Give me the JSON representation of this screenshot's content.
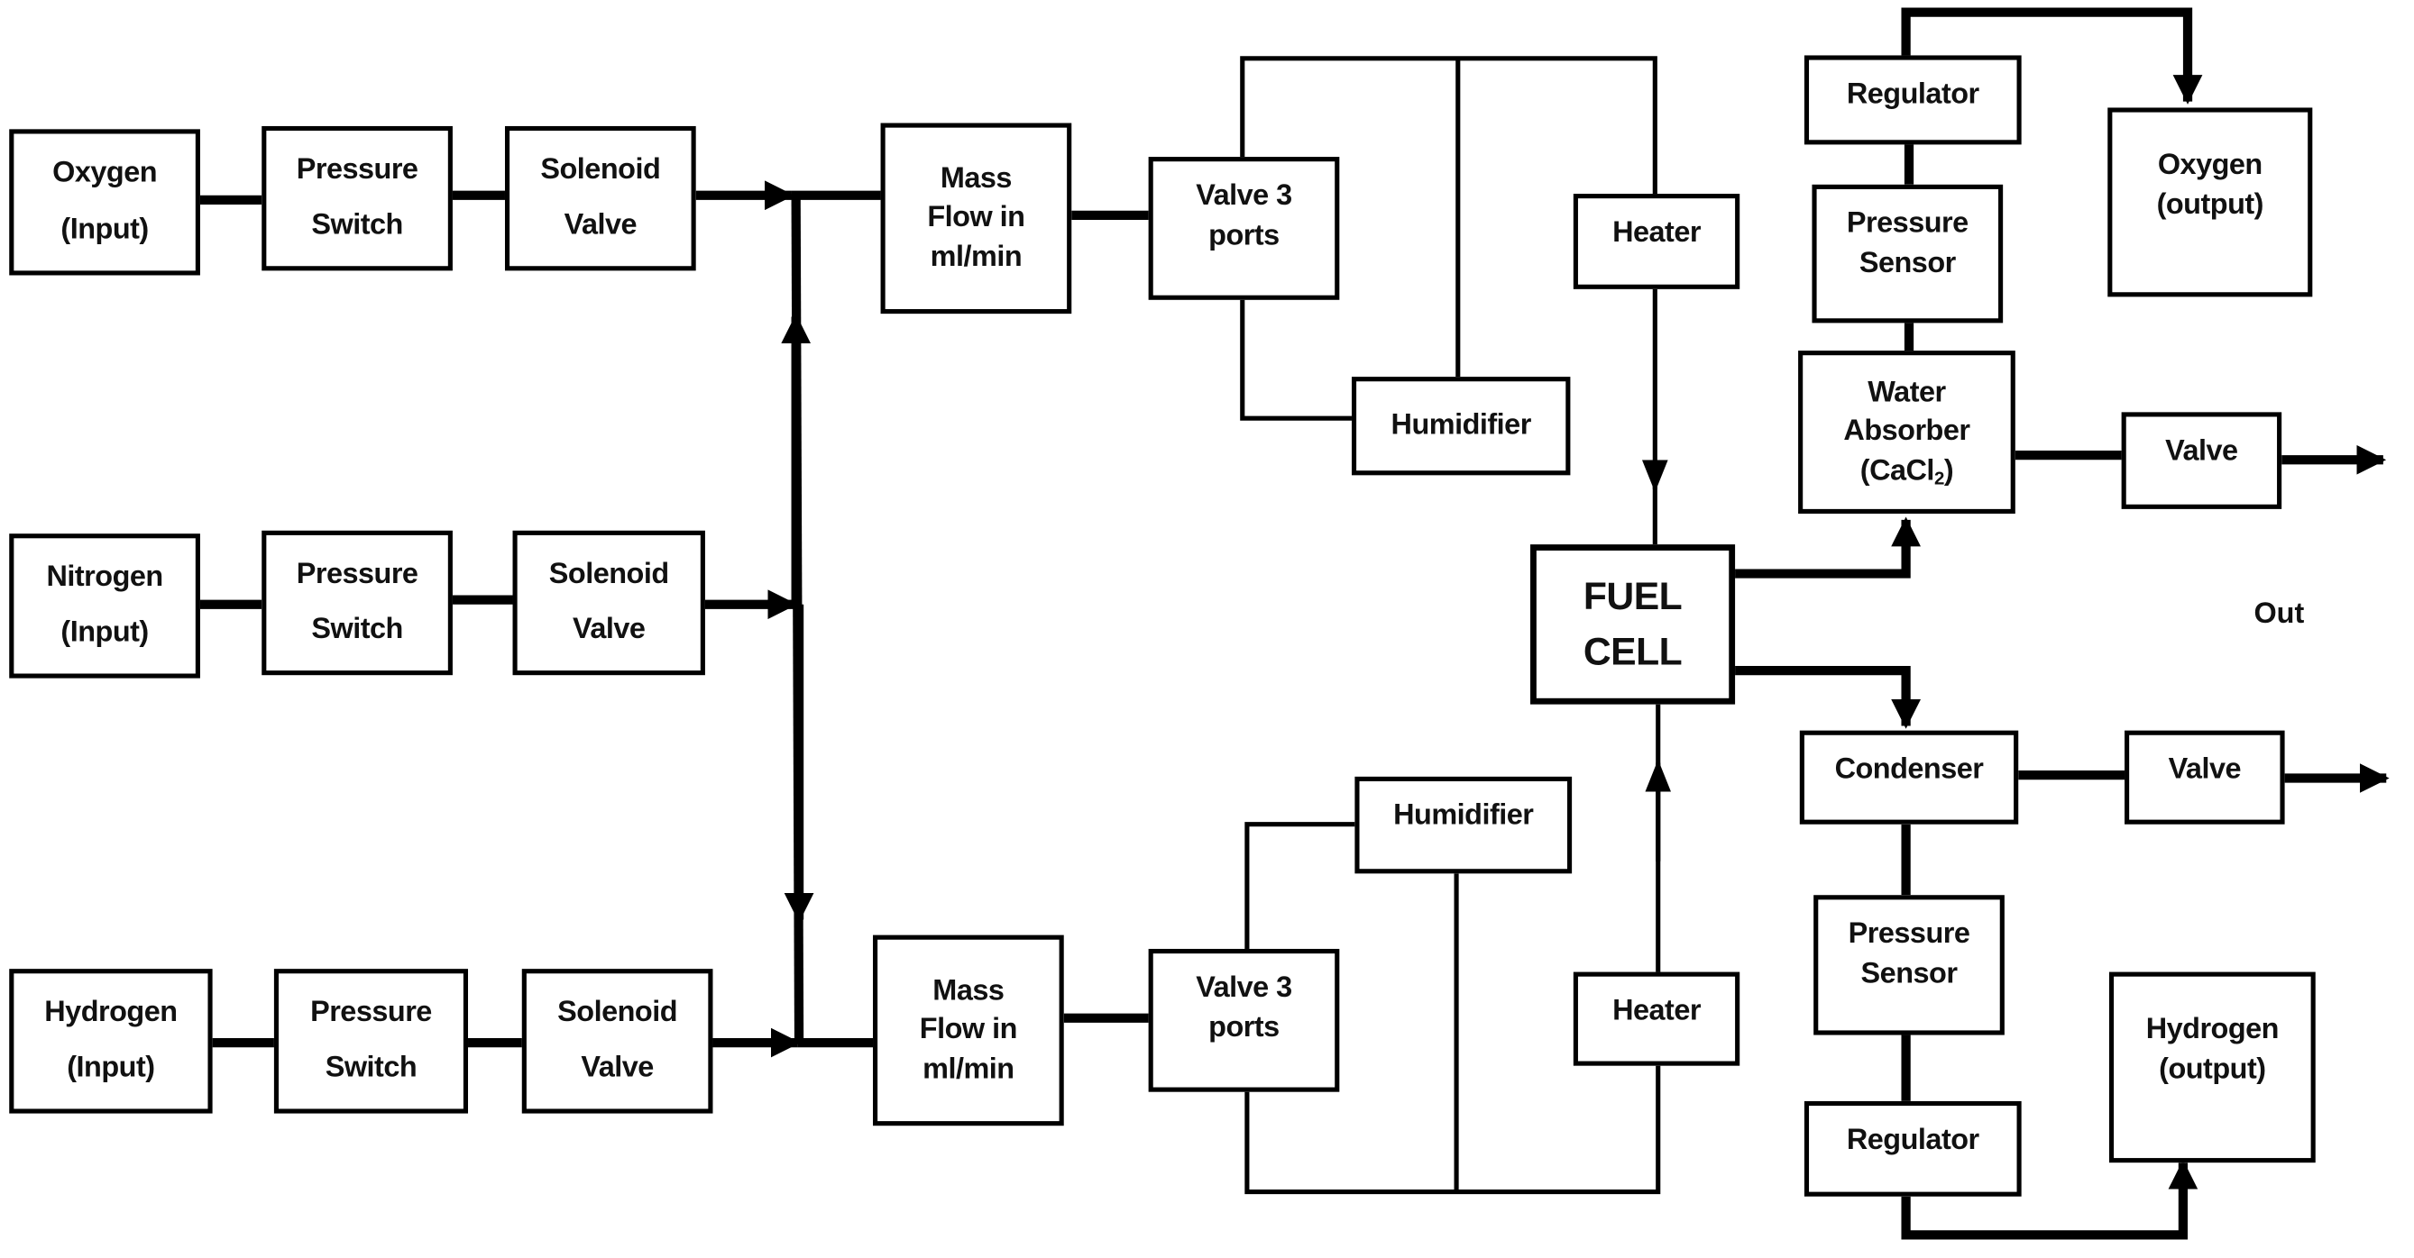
{
  "diagram": {
    "type": "flow-block-diagram",
    "subject": "Fuel cell gas supply and exhaust test station",
    "inputs": {
      "oxygen": {
        "source": [
          "Oxygen",
          "(Input)"
        ],
        "switch": [
          "Pressure",
          "Switch"
        ],
        "valve": [
          "Solenoid",
          "Valve"
        ]
      },
      "nitrogen": {
        "source": [
          "Nitrogen",
          "(Input)"
        ],
        "switch": [
          "Pressure",
          "Switch"
        ],
        "valve": [
          "Solenoid",
          "Valve"
        ]
      },
      "hydrogen": {
        "source": [
          "Hydrogen",
          "(Input)"
        ],
        "switch": [
          "Pressure",
          "Switch"
        ],
        "valve": [
          "Solenoid",
          "Valve"
        ]
      }
    },
    "top_branch": {
      "mass_flow": [
        "Mass",
        "Flow in",
        "ml/min"
      ],
      "valve3": [
        "Valve 3",
        "ports"
      ],
      "humidifier": "Humidifier",
      "heater": "Heater"
    },
    "bottom_branch": {
      "mass_flow": [
        "Mass",
        "Flow in",
        "ml/min"
      ],
      "valve3": [
        "Valve 3",
        "ports"
      ],
      "humidifier": "Humidifier",
      "heater": "Heater"
    },
    "fuel_cell": [
      "FUEL",
      "CELL"
    ],
    "oxygen_exhaust": {
      "regulator": "Regulator",
      "pressure_sensor": [
        "Pressure",
        "Sensor"
      ],
      "water_absorber": [
        "Water",
        "Absorber",
        "(CaCl",
        "2",
        ")"
      ],
      "valve": "Valve",
      "output": [
        "Oxygen",
        "(output)"
      ]
    },
    "hydrogen_exhaust": {
      "condenser": "Condenser",
      "valve": "Valve",
      "pressure_sensor": [
        "Pressure",
        "Sensor"
      ],
      "regulator": "Regulator",
      "output": [
        "Hydrogen",
        "(output)"
      ]
    },
    "out_label": "Out",
    "colors": {
      "line": "#000000",
      "background": "#ffffff"
    }
  }
}
